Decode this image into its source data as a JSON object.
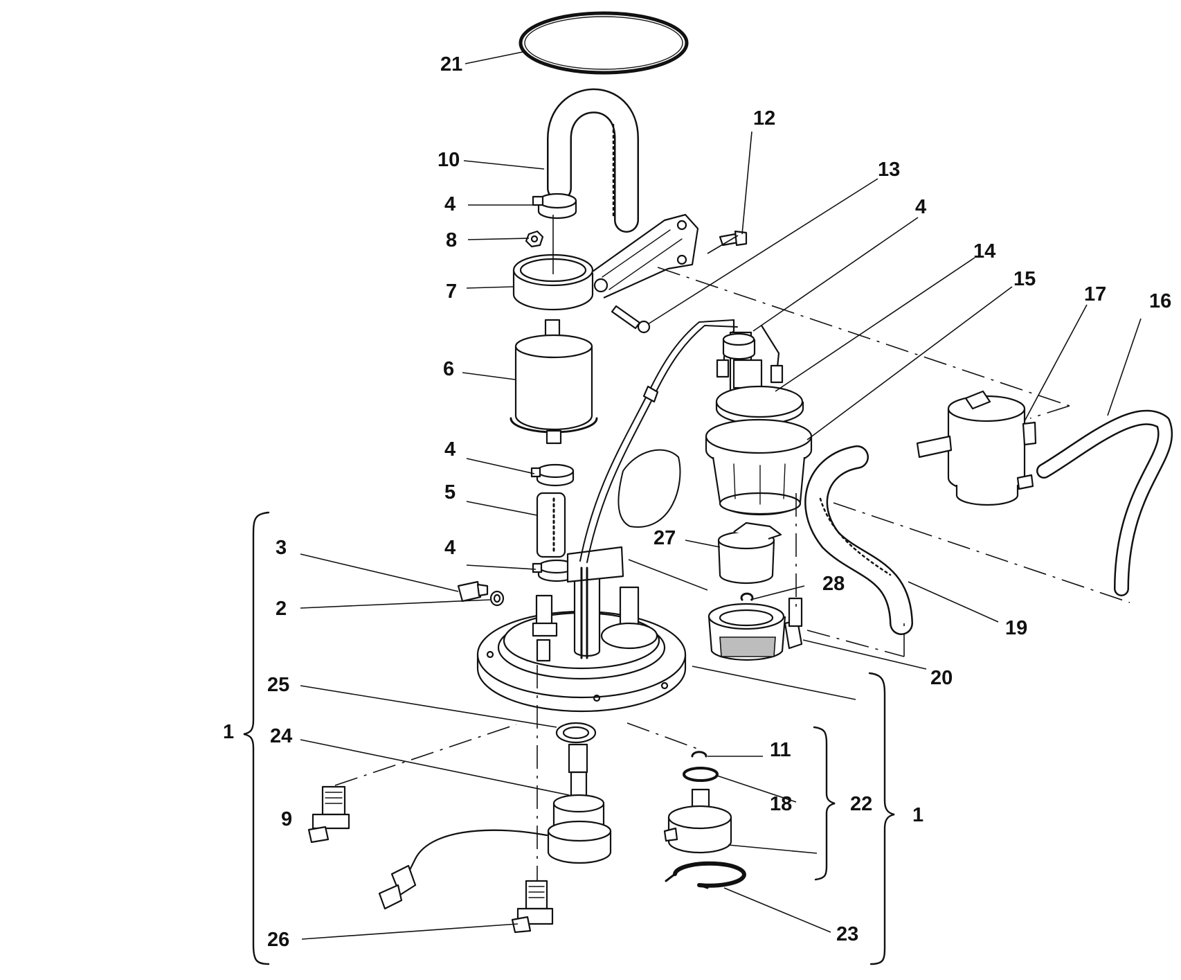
{
  "callouts": {
    "c21": "21",
    "c10": "10",
    "c12": "12",
    "c13": "13",
    "c4a": "4",
    "c4b": "4",
    "c8": "8",
    "c7": "7",
    "c14": "14",
    "c15": "15",
    "c17": "17",
    "c16": "16",
    "c6": "6",
    "c4c": "4",
    "c5": "5",
    "c27": "27",
    "c3": "3",
    "c4d": "4",
    "c28": "28",
    "c2": "2",
    "c19": "19",
    "c20": "20",
    "c25": "25",
    "c1a": "1",
    "c24": "24",
    "c11": "11",
    "c18": "18",
    "c22": "22",
    "c1b": "1",
    "c9": "9",
    "c23": "23",
    "c26": "26"
  }
}
